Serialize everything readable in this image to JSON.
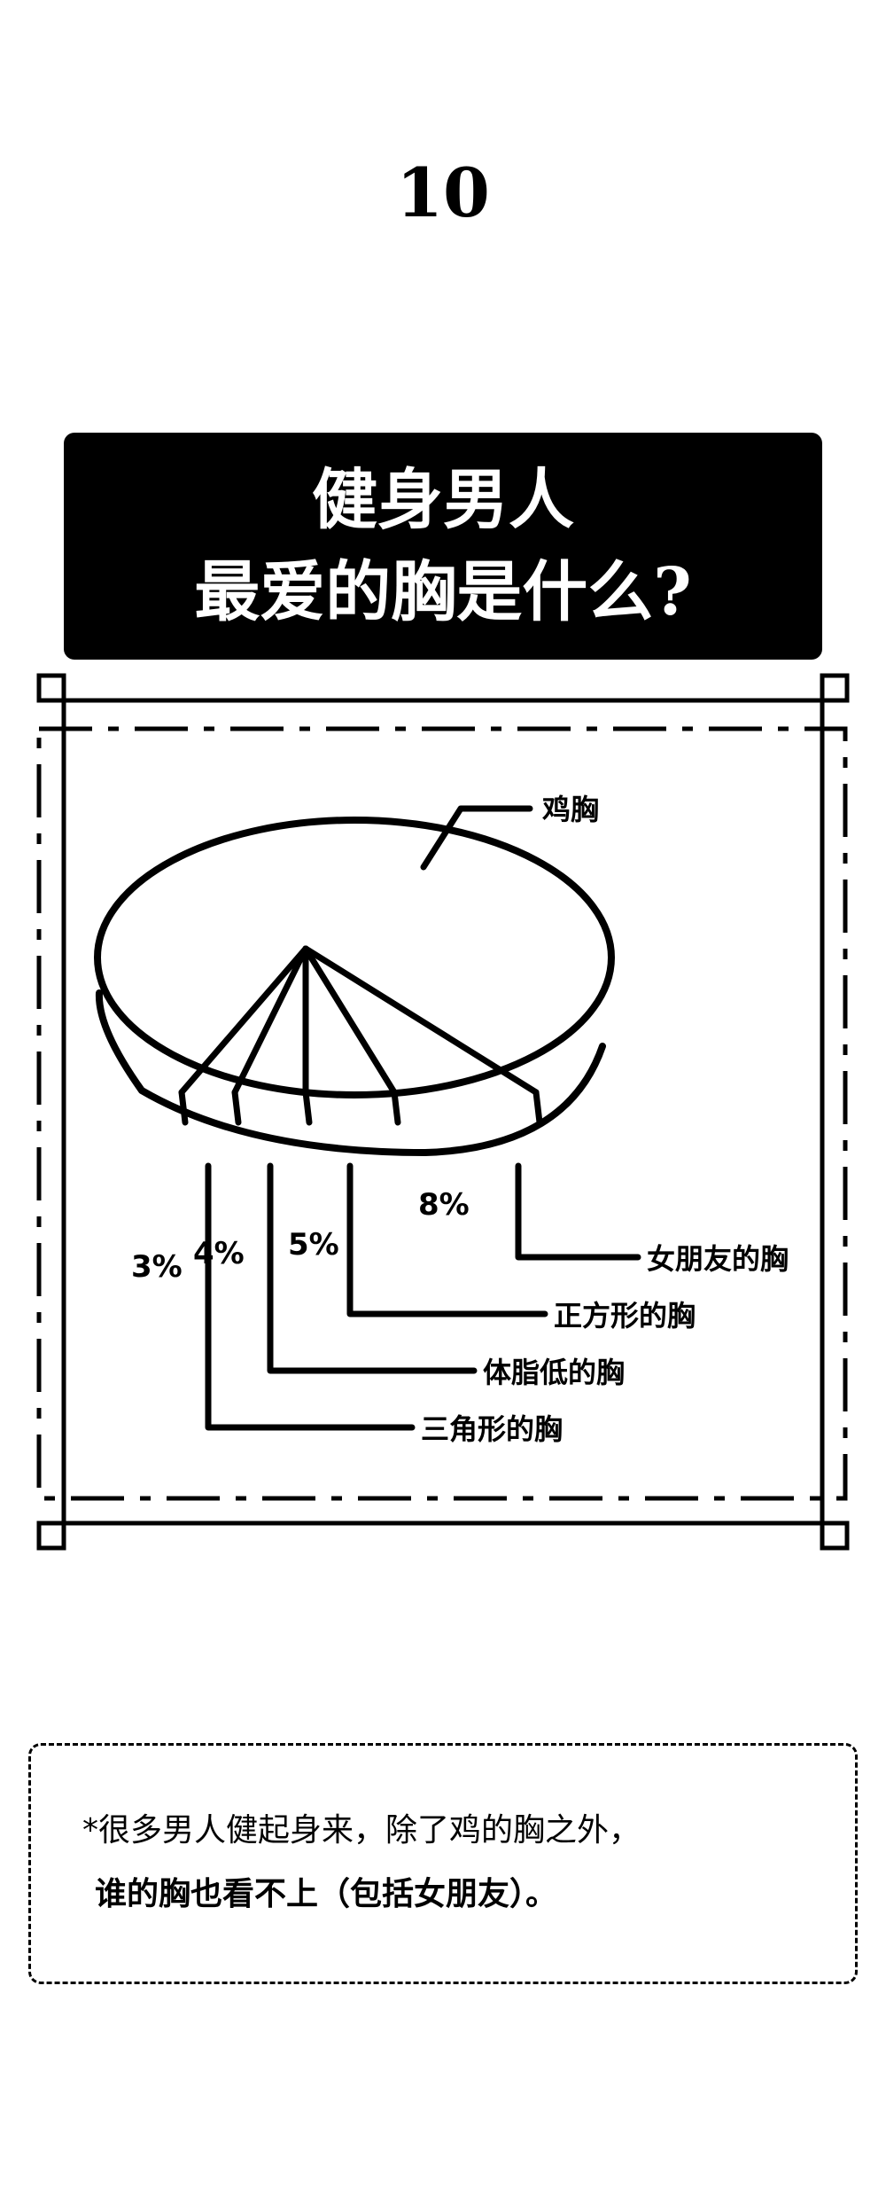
{
  "page_number": "10",
  "title": {
    "line1": "健身男人",
    "line2": "最爱的胸是什么?"
  },
  "chart_data": {
    "type": "pie",
    "title": "健身男人最爱的胸是什么?",
    "slices": [
      {
        "label": "鸡胸",
        "value": 80,
        "value_text": ""
      },
      {
        "label": "三角形的胸",
        "value": 3,
        "value_text": "3%"
      },
      {
        "label": "体脂低的胸",
        "value": 4,
        "value_text": "4%"
      },
      {
        "label": "正方形的胸",
        "value": 5,
        "value_text": "5%"
      },
      {
        "label": "女朋友的胸",
        "value": 8,
        "value_text": "8%"
      }
    ]
  },
  "note": {
    "line1": "*很多男人健起身来，除了鸡的胸之外，",
    "line2": "谁的胸也看不上（包括女朋友）。"
  },
  "colors": {
    "ink": "#000000",
    "paper": "#ffffff"
  }
}
